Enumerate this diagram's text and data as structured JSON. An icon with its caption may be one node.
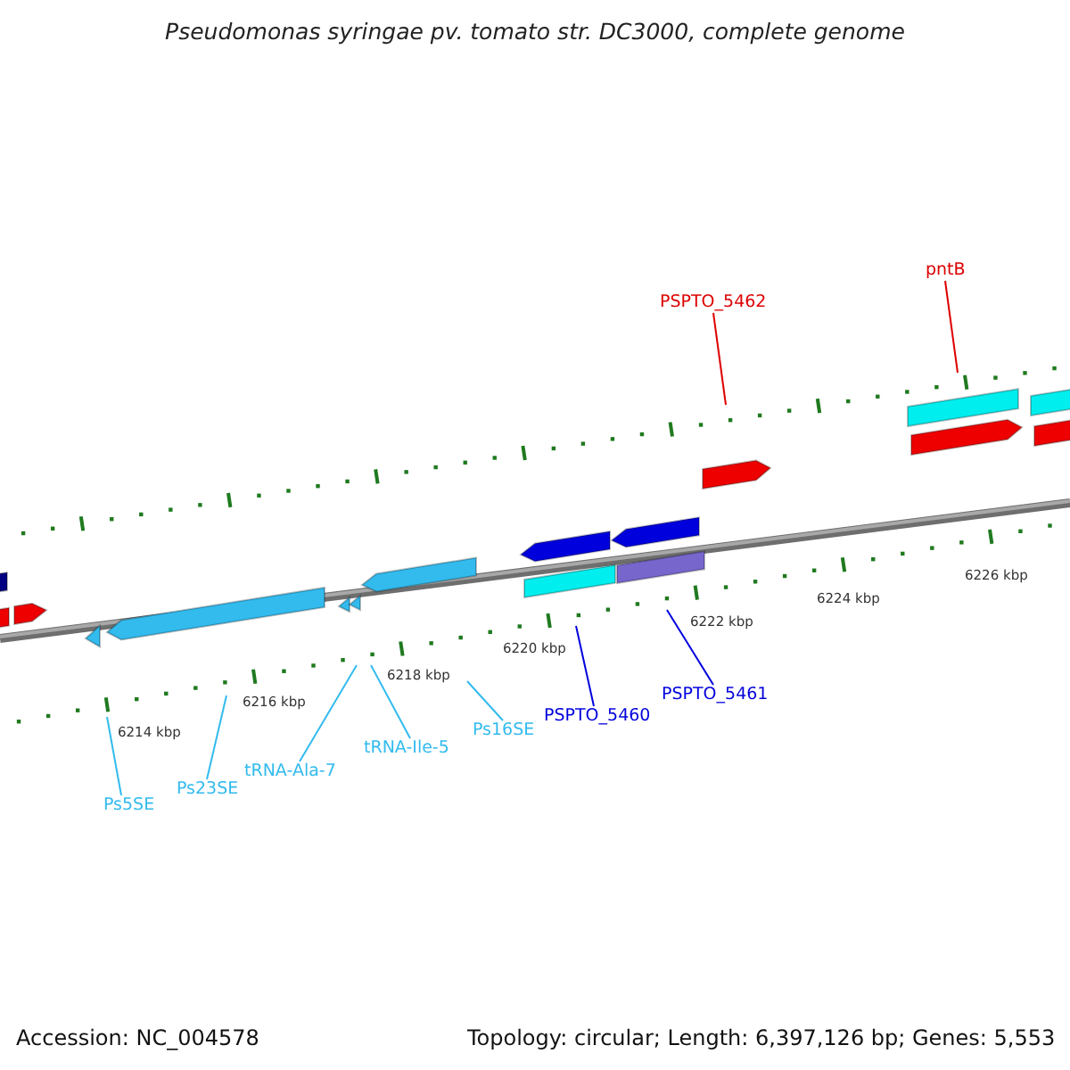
{
  "diagram": {
    "title": "Pseudomonas syringae pv. tomato str. DC3000, complete genome",
    "nodes": [
      {
        "text": [
          "pntB"
        ]
      },
      {
        "text": [
          "PSPTO_5462"
        ]
      },
      {
        "text": [
          "PSPTO_5461"
        ]
      },
      {
        "text": [
          "PSPTO_5460"
        ]
      },
      {
        "text": [
          "Ps16SE"
        ]
      },
      {
        "text": [
          "tRNA-Ile-5"
        ]
      },
      {
        "text": [
          "tRNA-Ala-7"
        ]
      },
      {
        "text": [
          "Ps23SE"
        ]
      },
      {
        "text": [
          "Ps5SE"
        ]
      }
    ],
    "edges": [
      {
        "from": 0,
        "to": null,
        "arrow": "none",
        "color": "#dd0000"
      },
      {
        "from": 1,
        "to": null,
        "arrow": "none",
        "color": "#dd0000"
      },
      {
        "from": 2,
        "to": null,
        "arrow": "none",
        "color": "#0000dd"
      },
      {
        "from": 3,
        "to": null,
        "arrow": "none",
        "color": "#0000dd"
      },
      {
        "from": 4,
        "to": null,
        "arrow": "none"
      },
      {
        "from": 5,
        "to": null,
        "arrow": "none"
      },
      {
        "from": 6,
        "to": null,
        "arrow": "none"
      },
      {
        "from": 7,
        "to": null,
        "arrow": "none"
      },
      {
        "from": 8,
        "to": null,
        "arrow": "none"
      }
    ],
    "labels": [
      "6214 kbp",
      "6216 kbp",
      "6218 kbp",
      "6220 kbp",
      "6222 kbp",
      "6224 kbp",
      "6226 kbp",
      "Accession: NC_004578",
      "Topology: circular; Length: 6,397,126 bp; Genes: 5,553"
    ]
  }
}
